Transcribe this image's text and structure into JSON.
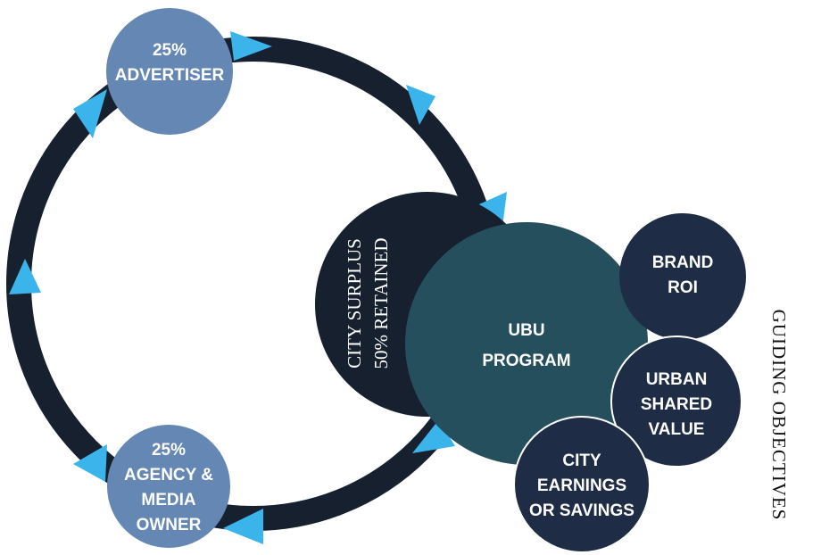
{
  "colors": {
    "ring": "#16202e",
    "arrow": "#3ab4ea",
    "party": "#6487b4",
    "surplus": "#16202e",
    "program": "#264f5e",
    "objective": "#1e2d45"
  },
  "advertiser": {
    "line1": "25%",
    "line2": "ADVERTISER"
  },
  "agency": {
    "line1": "25%",
    "line2": "AGENCY &",
    "line3": "MEDIA",
    "line4": "OWNER"
  },
  "surplus": {
    "line1": "CITY SURPLUS",
    "line2": "50% RETAINED"
  },
  "program": {
    "line1": "UBU",
    "line2": "PROGRAM"
  },
  "objectives": [
    {
      "line1": "BRAND",
      "line2": "ROI"
    },
    {
      "line1": "URBAN",
      "line2": "SHARED",
      "line3": "VALUE"
    },
    {
      "line1": "CITY",
      "line2": "EARNINGS",
      "line3": "OR SAVINGS"
    }
  ],
  "guiding_label": "GUIDING OBJECTIVES"
}
